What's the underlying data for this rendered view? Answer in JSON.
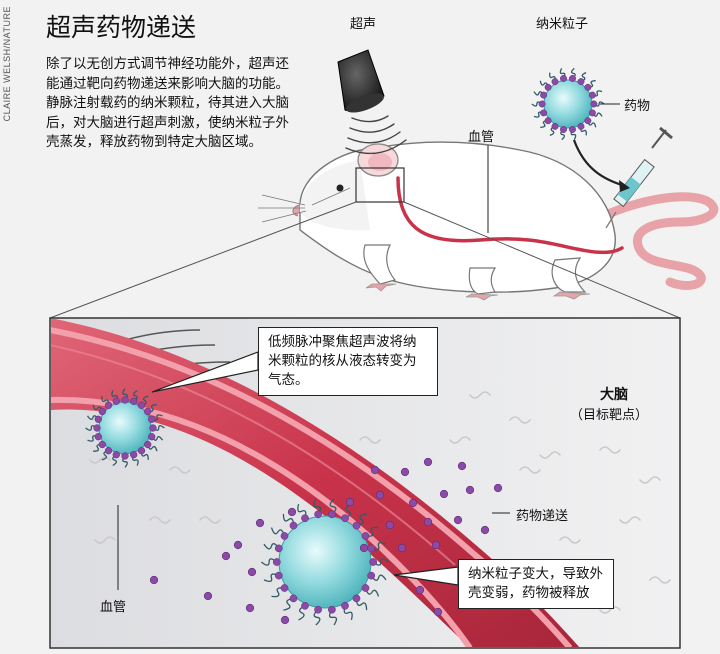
{
  "credit": "CLAIRE WELSH/NATURE",
  "title": "超声药物递送",
  "description": "除了以无创方式调节神经功能外，超声还能通过靶向药物递送来影响大脑的功能。静脉注射载药的纳米颗粒，待其进入大脑后，对大脑进行超声刺激，使纳米粒子外壳蒸发，释放药物到特定大脑区域。",
  "labels": {
    "ultrasound": "超声",
    "nanoparticle": "纳米粒子",
    "drug": "药物",
    "blood_vessel_top": "血管",
    "brain": "大脑",
    "brain_sub": "（目标靶点）",
    "drug_delivery": "药物递送",
    "blood_vessel_bottom": "血管"
  },
  "callouts": {
    "ultrasound_pulse": "低频脉冲聚焦超声波将纳米颗粒的核从液态转变为气态。",
    "particle_enlarge": "纳米粒子变大，导致外壳变弱，药物被释放"
  },
  "colors": {
    "vessel": "#c8334a",
    "vessel_light": "#f2a0ab",
    "particle_core": "#7fd3d8",
    "particle_dot": "#8a4aa6",
    "mouse_body": "#ffffff",
    "tail": "#e7a3a8",
    "panel_bg": "#e9eaec"
  }
}
